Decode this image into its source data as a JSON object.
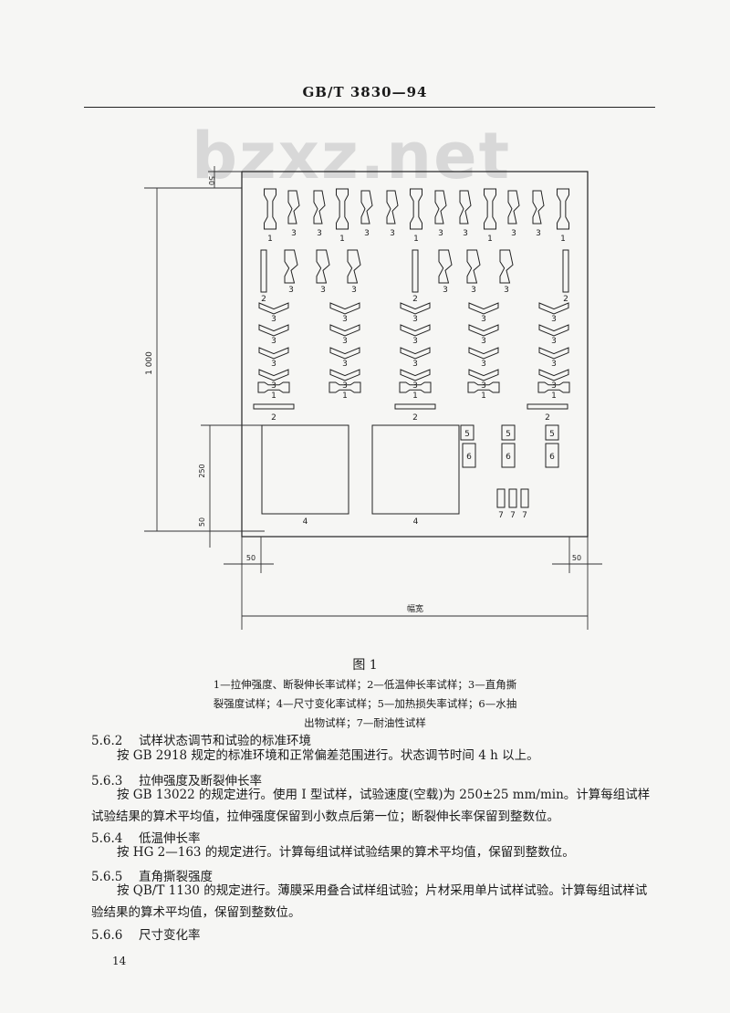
{
  "header": {
    "code": "GB/T 3830—94"
  },
  "watermark": "bzxz.net",
  "figure": {
    "title": "图 1",
    "dim_labels": {
      "top_50": "50",
      "height_1000": "1 000",
      "height_250": "250",
      "bottom_50": "50",
      "left_50": "50",
      "right_50": "50",
      "width_label": "幅宽"
    },
    "row1_numbers": [
      "1",
      "3",
      "3",
      "1",
      "3",
      "3",
      "1",
      "3",
      "3",
      "1",
      "3",
      "3",
      "1"
    ],
    "row2_numbers": [
      "2",
      "3",
      "3",
      "3",
      "2",
      "3",
      "3",
      "3",
      "2"
    ],
    "group_numbers": [
      "3",
      "3",
      "3",
      "3",
      "1"
    ],
    "strip_numbers": [
      "2",
      "2",
      "2"
    ],
    "square_numbers": [
      "4",
      "4"
    ],
    "box5_label": "5",
    "box6_label": "6",
    "box7_labels": [
      "7",
      "7",
      "7"
    ],
    "legend": [
      "1—拉伸强度、断裂伸长率试样；2—低温伸长率试样；3—直角撕",
      "裂强度试样；4—尺寸变化率试样；5—加热损失率试样；6—水抽",
      "出物试样；7—耐油性试样"
    ]
  },
  "sections": [
    {
      "num": "5.6.2",
      "title": "试样状态调节和试验的标准环境",
      "body": "按 GB 2918 规定的标准环境和正常偏差范围进行。状态调节时间 4 h 以上。"
    },
    {
      "num": "5.6.3",
      "title": "拉伸强度及断裂伸长率",
      "body": "按 GB 13022 的规定进行。使用 Ⅰ 型试样，试验速度(空载)为 250±25 mm/min。计算每组试样试验结果的算术平均值，拉伸强度保留到小数点后第一位；断裂伸长率保留到整数位。"
    },
    {
      "num": "5.6.4",
      "title": "低温伸长率",
      "body": "按 HG 2—163 的规定进行。计算每组试样试验结果的算术平均值，保留到整数位。"
    },
    {
      "num": "5.6.5",
      "title": "直角撕裂强度",
      "body": "按 QB/T 1130 的规定进行。薄膜采用叠合试样组试验；片材采用单片试样试验。计算每组试样试验结果的算术平均值，保留到整数位。"
    },
    {
      "num": "5.6.6",
      "title": "尺寸变化率",
      "body": ""
    }
  ],
  "page_number": "14"
}
